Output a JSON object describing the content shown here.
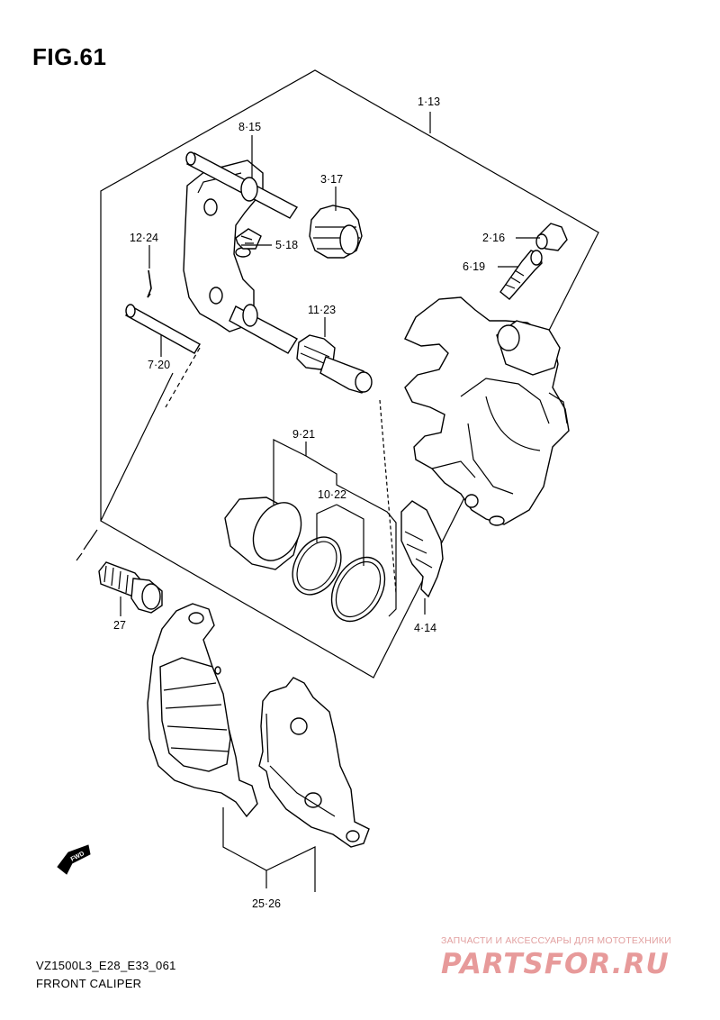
{
  "figure": {
    "title": "FIG.61"
  },
  "callouts": [
    {
      "key": "assembly",
      "label": "1·13"
    },
    {
      "key": "slide_pin_bracket",
      "label": "8·15"
    },
    {
      "key": "pin_boot",
      "label": "3·17"
    },
    {
      "key": "clip",
      "label": "12·24"
    },
    {
      "key": "bracket_spring",
      "label": "5·18"
    },
    {
      "key": "bleeder_cap",
      "label": "2·16"
    },
    {
      "key": "bleeder_valve",
      "label": "6·19"
    },
    {
      "key": "slide_pin",
      "label": "11·23"
    },
    {
      "key": "pad_pin",
      "label": "7·20"
    },
    {
      "key": "piston",
      "label": "9·21"
    },
    {
      "key": "seal_set",
      "label": "10·22"
    },
    {
      "key": "pad_spring",
      "label": "4·14"
    },
    {
      "key": "mount_bolt",
      "label": "27"
    },
    {
      "key": "pad_set",
      "label": "25·26"
    }
  ],
  "fwd_label": "FWD",
  "footer": {
    "code": "VZ1500L3_E28_E33_061",
    "description": "FRRONT CALIPER"
  },
  "watermark": {
    "tagline": "ЗАПЧАСТИ И АКСЕССУАРЫ ДЛЯ МОТОТЕХНИКИ",
    "logo": "PARTSFOR.RU"
  }
}
